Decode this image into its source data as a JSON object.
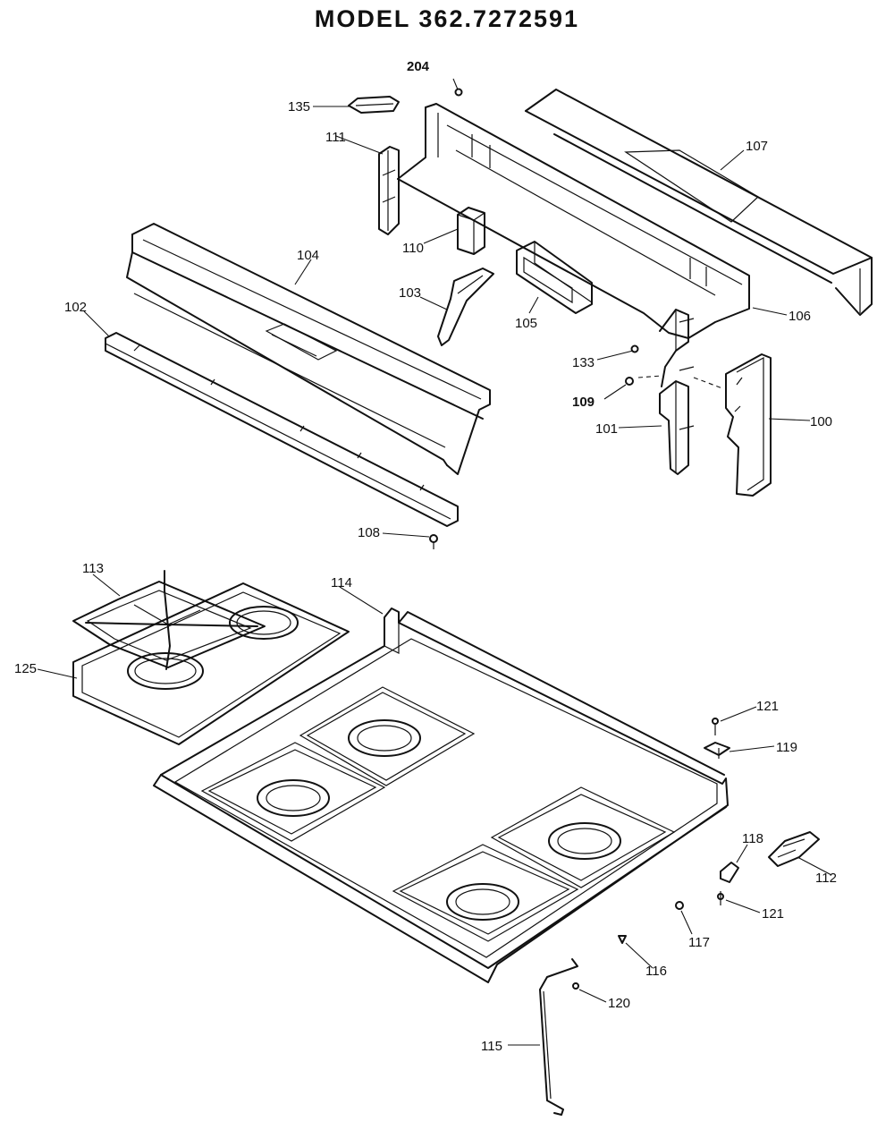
{
  "title": "MODEL 362.7272591",
  "labels": {
    "l204": "204",
    "l135": "135",
    "l111": "111",
    "l107": "107",
    "l110": "110",
    "l104": "104",
    "l103": "103",
    "l102": "102",
    "l105": "105",
    "l106": "106",
    "l133": "133",
    "l109": "109",
    "l101": "101",
    "l100": "100",
    "l108": "108",
    "l113": "113",
    "l114": "114",
    "l125": "125",
    "l121a": "121",
    "l119": "119",
    "l118": "118",
    "l112": "112",
    "l121b": "121",
    "l117": "117",
    "l116": "116",
    "l120": "120",
    "l115": "115"
  }
}
